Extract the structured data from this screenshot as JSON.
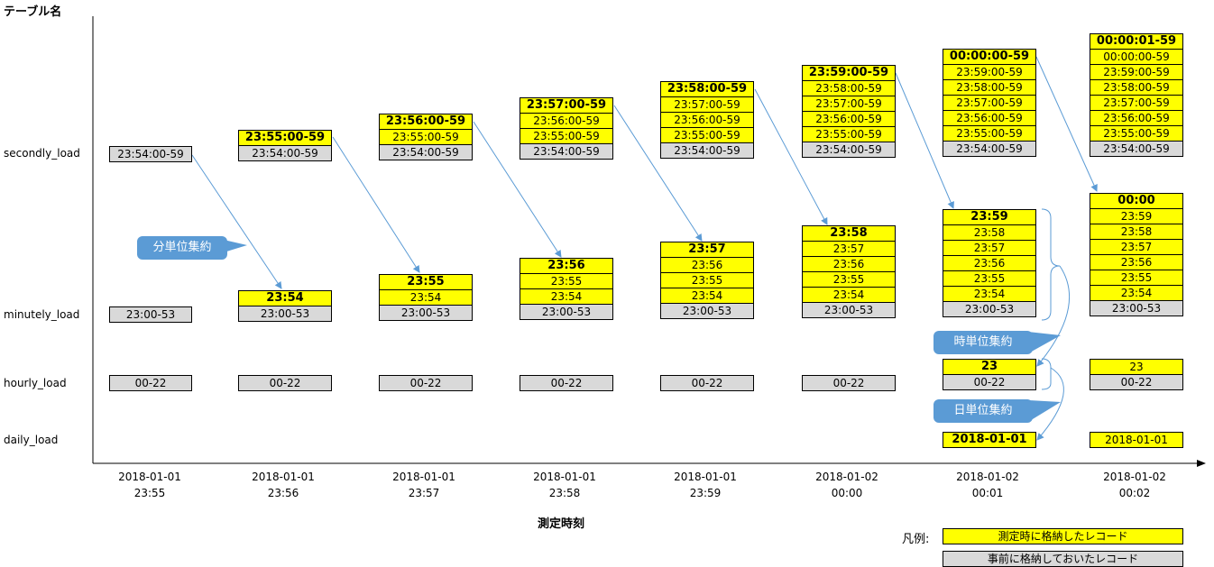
{
  "diagram": {
    "y_title": "テーブル名",
    "x_title": "測定時刻",
    "rows": {
      "secondly": "secondly_load",
      "minutely": "minutely_load",
      "hourly": "hourly_load",
      "daily": "daily_load"
    },
    "times": [
      [
        "2018-01-01",
        "23:55"
      ],
      [
        "2018-01-01",
        "23:56"
      ],
      [
        "2018-01-01",
        "23:57"
      ],
      [
        "2018-01-01",
        "23:58"
      ],
      [
        "2018-01-01",
        "23:59"
      ],
      [
        "2018-01-02",
        "00:00"
      ],
      [
        "2018-01-02",
        "00:01"
      ],
      [
        "2018-01-02",
        "00:02"
      ]
    ],
    "columns": [
      {
        "secondly": [
          {
            "t": "23:54:00-59",
            "c": "g"
          }
        ],
        "minutely": [
          {
            "t": "23:00-53",
            "c": "g"
          }
        ],
        "hourly": [
          {
            "t": "00-22",
            "c": "g"
          }
        ],
        "daily": []
      },
      {
        "secondly": [
          {
            "t": "23:55:00-59",
            "c": "y",
            "b": true
          },
          {
            "t": "23:54:00-59",
            "c": "g"
          }
        ],
        "minutely": [
          {
            "t": "23:54",
            "c": "y",
            "b": true
          },
          {
            "t": "23:00-53",
            "c": "g"
          }
        ],
        "hourly": [
          {
            "t": "00-22",
            "c": "g"
          }
        ],
        "daily": []
      },
      {
        "secondly": [
          {
            "t": "23:56:00-59",
            "c": "y",
            "b": true
          },
          {
            "t": "23:55:00-59",
            "c": "y"
          },
          {
            "t": "23:54:00-59",
            "c": "g"
          }
        ],
        "minutely": [
          {
            "t": "23:55",
            "c": "y",
            "b": true
          },
          {
            "t": "23:54",
            "c": "y"
          },
          {
            "t": "23:00-53",
            "c": "g"
          }
        ],
        "hourly": [
          {
            "t": "00-22",
            "c": "g"
          }
        ],
        "daily": []
      },
      {
        "secondly": [
          {
            "t": "23:57:00-59",
            "c": "y",
            "b": true
          },
          {
            "t": "23:56:00-59",
            "c": "y"
          },
          {
            "t": "23:55:00-59",
            "c": "y"
          },
          {
            "t": "23:54:00-59",
            "c": "g"
          }
        ],
        "minutely": [
          {
            "t": "23:56",
            "c": "y",
            "b": true
          },
          {
            "t": "23:55",
            "c": "y"
          },
          {
            "t": "23:54",
            "c": "y"
          },
          {
            "t": "23:00-53",
            "c": "g"
          }
        ],
        "hourly": [
          {
            "t": "00-22",
            "c": "g"
          }
        ],
        "daily": []
      },
      {
        "secondly": [
          {
            "t": "23:58:00-59",
            "c": "y",
            "b": true
          },
          {
            "t": "23:57:00-59",
            "c": "y"
          },
          {
            "t": "23:56:00-59",
            "c": "y"
          },
          {
            "t": "23:55:00-59",
            "c": "y"
          },
          {
            "t": "23:54:00-59",
            "c": "g"
          }
        ],
        "minutely": [
          {
            "t": "23:57",
            "c": "y",
            "b": true
          },
          {
            "t": "23:56",
            "c": "y"
          },
          {
            "t": "23:55",
            "c": "y"
          },
          {
            "t": "23:54",
            "c": "y"
          },
          {
            "t": "23:00-53",
            "c": "g"
          }
        ],
        "hourly": [
          {
            "t": "00-22",
            "c": "g"
          }
        ],
        "daily": []
      },
      {
        "secondly": [
          {
            "t": "23:59:00-59",
            "c": "y",
            "b": true
          },
          {
            "t": "23:58:00-59",
            "c": "y"
          },
          {
            "t": "23:57:00-59",
            "c": "y"
          },
          {
            "t": "23:56:00-59",
            "c": "y"
          },
          {
            "t": "23:55:00-59",
            "c": "y"
          },
          {
            "t": "23:54:00-59",
            "c": "g"
          }
        ],
        "minutely": [
          {
            "t": "23:58",
            "c": "y",
            "b": true
          },
          {
            "t": "23:57",
            "c": "y"
          },
          {
            "t": "23:56",
            "c": "y"
          },
          {
            "t": "23:55",
            "c": "y"
          },
          {
            "t": "23:54",
            "c": "y"
          },
          {
            "t": "23:00-53",
            "c": "g"
          }
        ],
        "hourly": [
          {
            "t": "00-22",
            "c": "g"
          }
        ],
        "daily": []
      },
      {
        "secondly": [
          {
            "t": "00:00:00-59",
            "c": "y",
            "b": true
          },
          {
            "t": "23:59:00-59",
            "c": "y"
          },
          {
            "t": "23:58:00-59",
            "c": "y"
          },
          {
            "t": "23:57:00-59",
            "c": "y"
          },
          {
            "t": "23:56:00-59",
            "c": "y"
          },
          {
            "t": "23:55:00-59",
            "c": "y"
          },
          {
            "t": "23:54:00-59",
            "c": "g"
          }
        ],
        "minutely": [
          {
            "t": "23:59",
            "c": "y",
            "b": true
          },
          {
            "t": "23:58",
            "c": "y"
          },
          {
            "t": "23:57",
            "c": "y"
          },
          {
            "t": "23:56",
            "c": "y"
          },
          {
            "t": "23:55",
            "c": "y"
          },
          {
            "t": "23:54",
            "c": "y"
          },
          {
            "t": "23:00-53",
            "c": "g"
          }
        ],
        "hourly": [
          {
            "t": "23",
            "c": "y",
            "b": true
          },
          {
            "t": "00-22",
            "c": "g"
          }
        ],
        "daily": [
          {
            "t": "2018-01-01",
            "c": "y",
            "b": true
          }
        ]
      },
      {
        "secondly": [
          {
            "t": "00:00:01-59",
            "c": "y",
            "b": true
          },
          {
            "t": "00:00:00-59",
            "c": "y"
          },
          {
            "t": "23:59:00-59",
            "c": "y"
          },
          {
            "t": "23:58:00-59",
            "c": "y"
          },
          {
            "t": "23:57:00-59",
            "c": "y"
          },
          {
            "t": "23:56:00-59",
            "c": "y"
          },
          {
            "t": "23:55:00-59",
            "c": "y"
          },
          {
            "t": "23:54:00-59",
            "c": "g"
          }
        ],
        "minutely": [
          {
            "t": "00:00",
            "c": "y",
            "b": true
          },
          {
            "t": "23:59",
            "c": "y"
          },
          {
            "t": "23:58",
            "c": "y"
          },
          {
            "t": "23:57",
            "c": "y"
          },
          {
            "t": "23:56",
            "c": "y"
          },
          {
            "t": "23:55",
            "c": "y"
          },
          {
            "t": "23:54",
            "c": "y"
          },
          {
            "t": "23:00-53",
            "c": "g"
          }
        ],
        "hourly": [
          {
            "t": "23",
            "c": "y"
          },
          {
            "t": "00-22",
            "c": "g"
          }
        ],
        "daily": [
          {
            "t": "2018-01-01",
            "c": "y"
          }
        ]
      }
    ],
    "callouts": {
      "minute": "分単位集約",
      "hour": "時単位集約",
      "day": "日単位集約"
    },
    "legend": {
      "label": "凡例:",
      "stored_at_measure": "測定時に格納したレコード",
      "stored_beforehand": "事前に格納しておいたレコード"
    },
    "colors": {
      "stored_at_measure": "#ffff00",
      "stored_beforehand": "#d9d9d9",
      "callout": "#5b9bd5",
      "arrow": "#5b9bd5"
    }
  }
}
